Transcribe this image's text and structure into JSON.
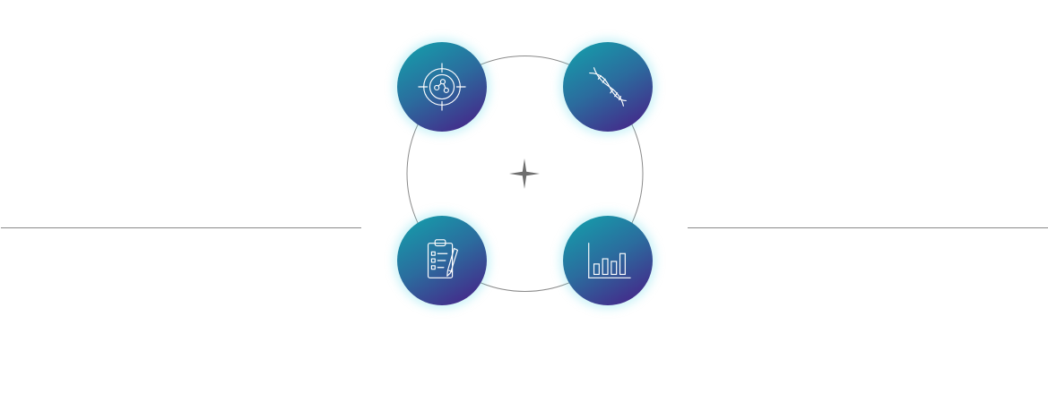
{
  "diagram": {
    "nodes": [
      {
        "id": "tl",
        "icon": "target-molecule-icon"
      },
      {
        "id": "tr",
        "icon": "dna-icon"
      },
      {
        "id": "bl",
        "icon": "clipboard-checklist-icon"
      },
      {
        "id": "br",
        "icon": "bar-chart-icon"
      }
    ],
    "center_icon": "four-point-star-icon",
    "colors": {
      "gradient_start": "#12a3ac",
      "gradient_end": "#4a1b86",
      "line": "#8a8a8a",
      "star": "#6e6e6e"
    }
  }
}
